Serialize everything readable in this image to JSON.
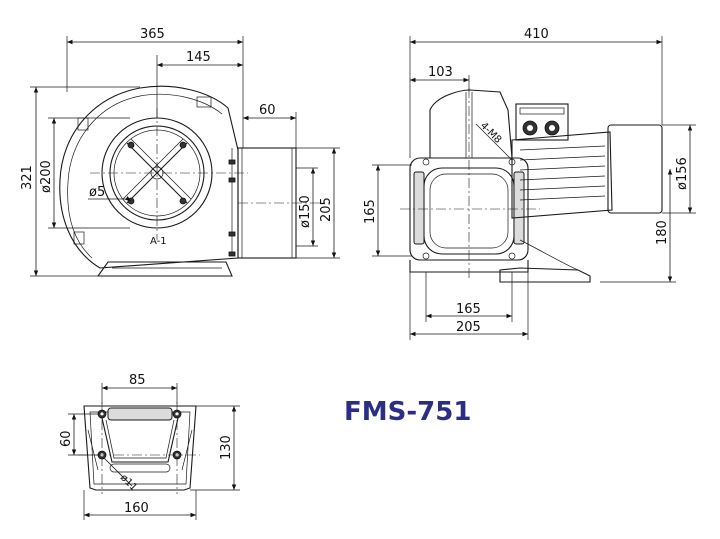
{
  "model_label": "FMS-751",
  "colors": {
    "model_label": "#2b2e83",
    "line": "#1a1a1a"
  },
  "front_view": {
    "dim_overall_width": "365",
    "dim_inlet_offset": "145",
    "dim_outlet_length": "60",
    "dim_height": "321",
    "dim_inlet_diameter": "ø200",
    "dim_hole": "ø5",
    "dim_outlet_diameter": "ø150",
    "dim_outlet_height": "205",
    "mark": "A-1"
  },
  "side_view": {
    "dim_overall_length": "410",
    "dim_flange_offset": "103",
    "dim_bolts": "4-M8",
    "dim_motor_diameter": "ø156",
    "dim_flange_height": "165",
    "dim_center_height": "180",
    "dim_base_inner": "165",
    "dim_base_outer": "205"
  },
  "base_view": {
    "dim_hole_spacing": "85",
    "dim_slot_width": "60",
    "dim_depth": "130",
    "dim_width": "160",
    "dim_hole": "ø11"
  }
}
